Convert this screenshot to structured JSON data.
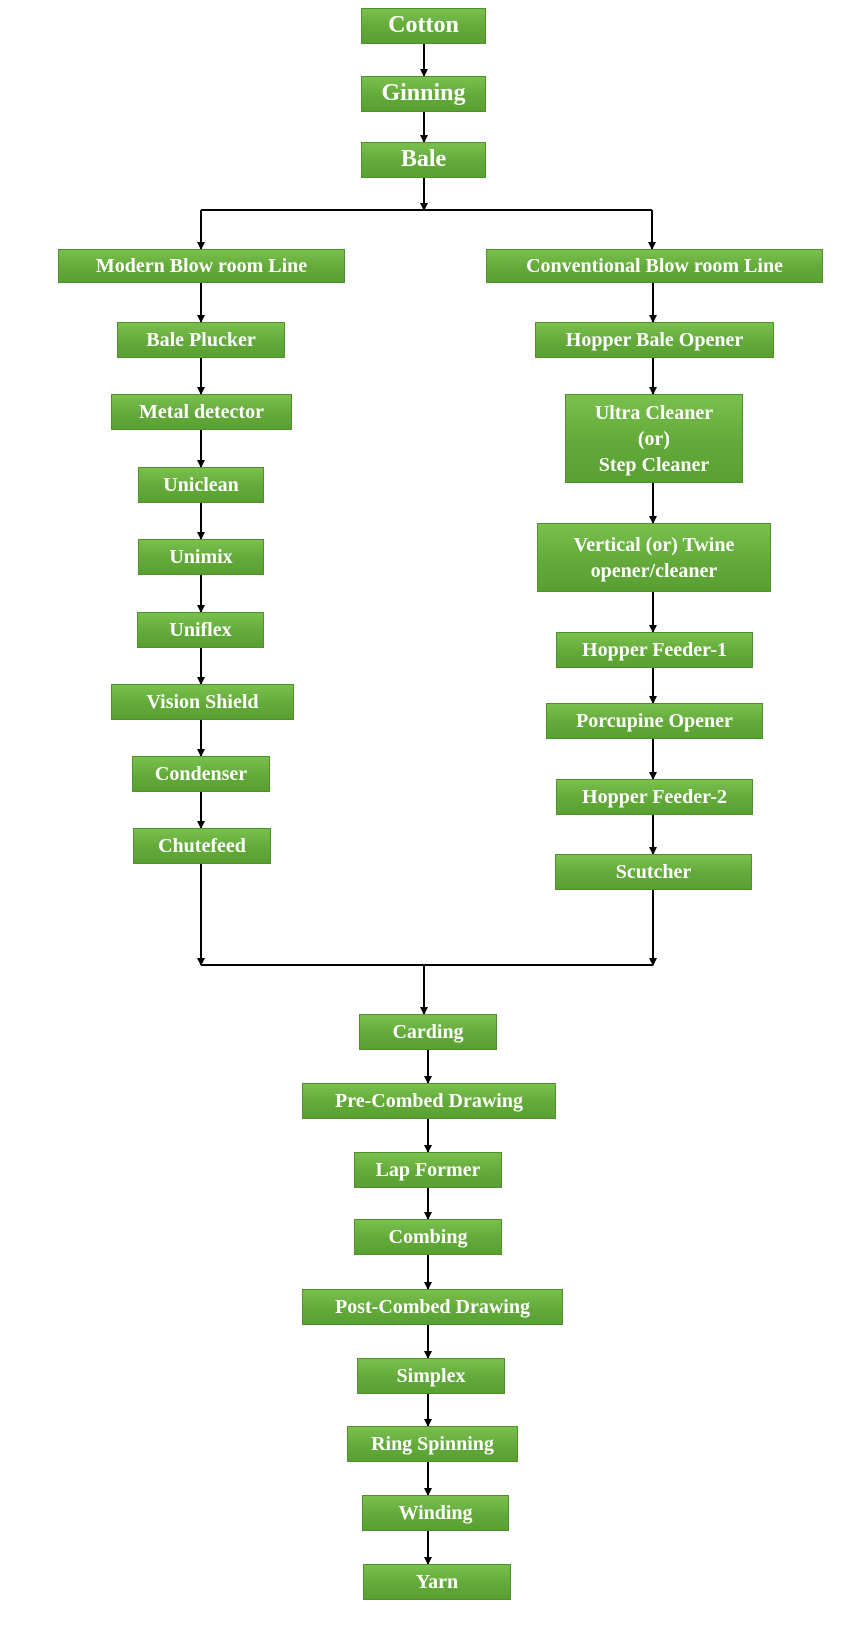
{
  "diagram": {
    "top": {
      "cotton": "Cotton",
      "ginning": "Ginning",
      "bale": "Bale"
    },
    "modern": {
      "title": "Modern Blow room Line",
      "steps": [
        "Bale Plucker",
        "Metal detector",
        "Uniclean",
        "Unimix",
        "Uniflex",
        "Vision Shield",
        "Condenser",
        "Chutefeed"
      ]
    },
    "conventional": {
      "title": "Conventional Blow room Line",
      "steps": [
        "Hopper Bale Opener",
        "Ultra Cleaner\n(or)\nStep Cleaner",
        "Vertical (or) Twine\nopener/cleaner",
        "Hopper Feeder-1",
        "Porcupine Opener",
        "Hopper Feeder-2",
        "Scutcher"
      ]
    },
    "bottom": [
      "Carding",
      "Pre-Combed Drawing",
      "Lap Former",
      "Combing",
      "Post-Combed Drawing",
      "Simplex",
      "Ring Spinning",
      "Winding",
      "Yarn"
    ]
  },
  "colors": {
    "box_fill": "#66ae3c",
    "box_border": "#4f8f2c",
    "text": "#ffffff",
    "connector": "#000000"
  }
}
